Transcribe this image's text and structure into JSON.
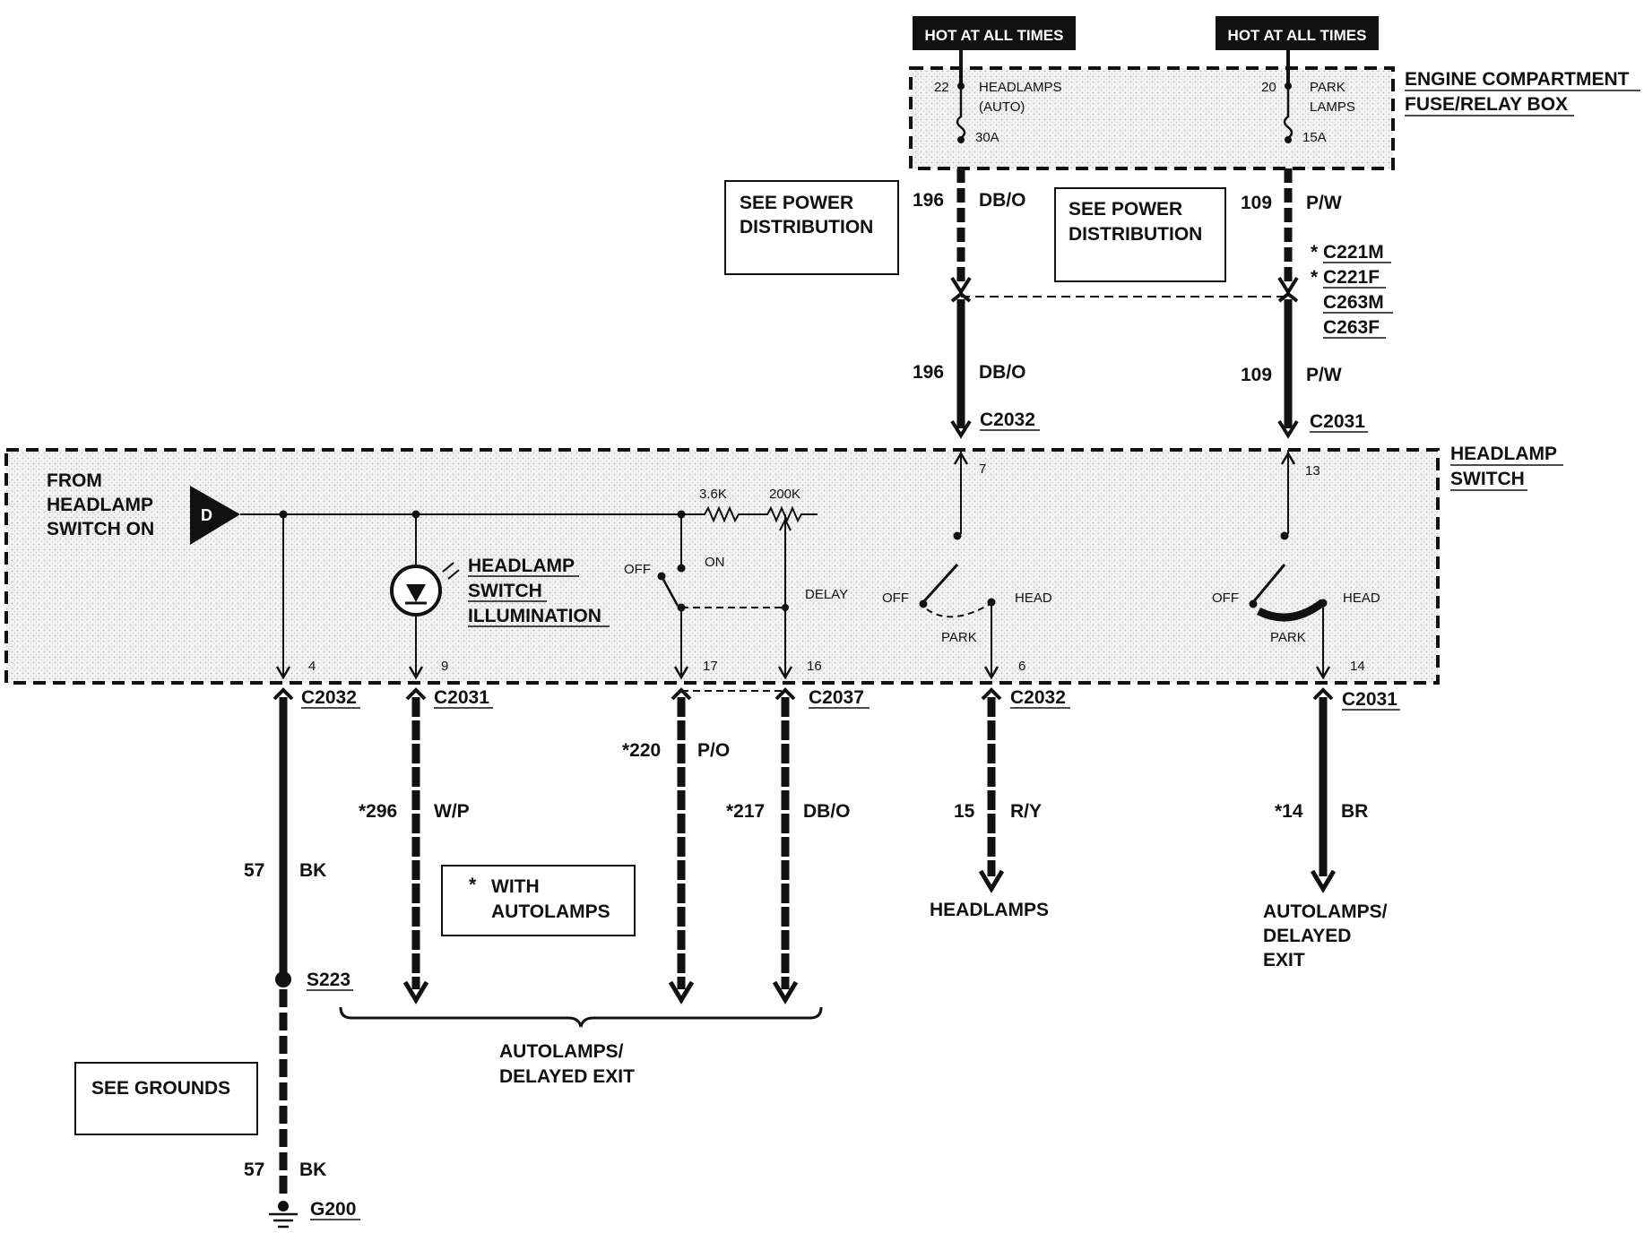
{
  "sources": {
    "left_hot": "HOT AT ALL TIMES",
    "right_hot": "HOT AT ALL TIMES"
  },
  "fuse_box": {
    "title_line1": "ENGINE COMPARTMENT",
    "title_line2": "FUSE/RELAY BOX",
    "fuse_left": {
      "number": "22",
      "name_line1": "HEADLAMPS",
      "name_line2": "(AUTO)",
      "rating": "30A"
    },
    "fuse_right": {
      "number": "20",
      "name_line1": "PARK",
      "name_line2": "LAMPS",
      "rating": "15A"
    }
  },
  "see_power_left": {
    "line1": "SEE POWER",
    "line2": "DISTRIBUTION"
  },
  "see_power_right": {
    "line1": "SEE POWER",
    "line2": "DISTRIBUTION"
  },
  "upper_wires": {
    "w196a": {
      "circuit": "196",
      "color": "DB/O"
    },
    "w109a": {
      "circuit": "109",
      "color": "P/W"
    },
    "w196b": {
      "circuit": "196",
      "color": "DB/O"
    },
    "w109b": {
      "circuit": "109",
      "color": "P/W"
    },
    "c2032_top": "C2032",
    "c2031_top": "C2031"
  },
  "inline_connectors": {
    "c221m": "C221M",
    "c221f": "C221F",
    "c263m": "C263M",
    "c263f": "C263F",
    "star": "*"
  },
  "headlamp_switch": {
    "title_line1": "HEADLAMP",
    "title_line2": "SWITCH",
    "from_line1": "FROM",
    "from_line2": "HEADLAMP",
    "from_line3": "SWITCH ON",
    "d_marker": "D",
    "illum_line1": "HEADLAMP",
    "illum_line2": "SWITCH",
    "illum_line3": "ILLUMINATION",
    "resistor1": "3.6K",
    "resistor2": "200K",
    "pos_off_a": "OFF",
    "pos_on": "ON",
    "pos_delay": "DELAY",
    "pos_off_b": "OFF",
    "pos_head_b": "HEAD",
    "pos_park_b": "PARK",
    "pos_off_c": "OFF",
    "pos_head_c": "HEAD",
    "pos_park_c": "PARK",
    "pin_7": "7",
    "pin_13": "13",
    "pin_4": "4",
    "pin_9": "9",
    "pin_17": "17",
    "pin_16": "16",
    "pin_6": "6",
    "pin_14": "14"
  },
  "lower_connectors": {
    "c2032_a": "C2032",
    "c2031_a": "C2031",
    "c2037": "C2037",
    "c2032_b": "C2032",
    "c2031_b": "C2031"
  },
  "lower_wires": {
    "w57a": {
      "circuit": "57",
      "color": "BK"
    },
    "w296": {
      "circuit": "*296",
      "color": "W/P"
    },
    "w220": {
      "circuit": "*220",
      "color": "P/O"
    },
    "w217": {
      "circuit": "*217",
      "color": "DB/O"
    },
    "w15": {
      "circuit": "15",
      "color": "R/Y"
    },
    "w14": {
      "circuit": "*14",
      "color": "BR"
    },
    "w57b": {
      "circuit": "57",
      "color": "BK"
    }
  },
  "notes": {
    "with_autolamps_star": "*",
    "with_autolamps_line1": "WITH",
    "with_autolamps_line2": "AUTOLAMPS"
  },
  "splice": "S223",
  "ground": "G200",
  "see_grounds": "SEE GROUNDS",
  "destinations": {
    "headlamps": "HEADLAMPS",
    "auto_right_line1": "AUTOLAMPS/",
    "auto_right_line2": "DELAYED",
    "auto_right_line3": "EXIT",
    "auto_bottom_line1": "AUTOLAMPS/",
    "auto_bottom_line2": "DELAYED EXIT"
  }
}
